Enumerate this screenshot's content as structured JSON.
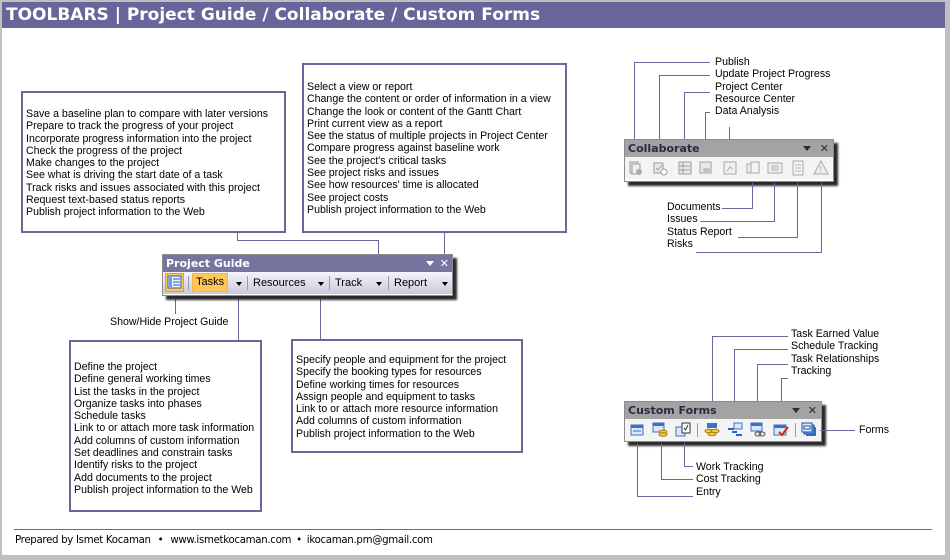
{
  "header": {
    "title": "TOOLBARS | Project Guide / Collaborate / Custom Forms"
  },
  "colors": {
    "accent": "#66669a",
    "connector": "#68689a",
    "highlight": "#ffc65a"
  },
  "track_box": {
    "items": [
      "Save a baseline plan to compare with later versions",
      "Prepare to track the progress of your project",
      "Incorporate progress information into the project",
      "Check the progress of the project",
      "Make changes to the project",
      "See what is driving the start date of a task",
      "Track risks and issues associated with this project",
      "Request text-based status reports",
      "Publish project information to the Web"
    ]
  },
  "report_box": {
    "items": [
      "Select a view or report",
      "Change the content or order of information in a view",
      "Change the look or content of the Gantt Chart",
      "Print current view as a report",
      "See the status of multiple projects in Project Center",
      "Compare progress against baseline work",
      "See the project's critical tasks",
      "See project risks and issues",
      "See how resources' time is allocated",
      "See project costs",
      "Publish project information to the Web"
    ]
  },
  "tasks_box": {
    "items": [
      "Define the project",
      "Define general working times",
      "List the tasks in the project",
      "Organize tasks into phases",
      "Schedule tasks",
      "Link to or attach more task information",
      "Add columns of custom information",
      "Set deadlines and constrain tasks",
      "Identify risks to the project",
      "Add documents to the project",
      "Publish project information to the Web"
    ]
  },
  "resources_box": {
    "items": [
      "Specify people and equipment for the project",
      "Specify the booking types for resources",
      "Define working times for resources",
      "Assign people and equipment to tasks",
      "Link to or attach more resource information",
      "Add columns of custom information",
      "Publish project information to the Web"
    ]
  },
  "project_guide_toolbar": {
    "title": "Project Guide",
    "menu_icon": "chevron-down-icon",
    "close_icon": "✕",
    "show_hide_label": "Show/Hide Project Guide",
    "buttons": [
      {
        "label": "Tasks",
        "active": true
      },
      {
        "label": "Resources",
        "active": false
      },
      {
        "label": "Track",
        "active": false
      },
      {
        "label": "Report",
        "active": false
      }
    ]
  },
  "collaborate_toolbar": {
    "title": "Collaborate",
    "close_icon": "✕",
    "top_labels": [
      "Publish",
      "Update Project Progress",
      "Project Center",
      "Resource Center",
      "Data Analysis"
    ],
    "bottom_labels": [
      "Documents",
      "Issues",
      "Status Report",
      "Risks"
    ],
    "icons": [
      "publish-icon",
      "update-progress-icon",
      "project-center-icon",
      "resource-center-icon",
      "data-analysis-icon",
      "documents-icon",
      "issues-icon",
      "status-report-icon",
      "risks-icon"
    ]
  },
  "custom_forms_toolbar": {
    "title": "Custom Forms",
    "close_icon": "✕",
    "top_labels": [
      "Task Earned Value",
      "Schedule Tracking",
      "Task Relationships",
      "Tracking"
    ],
    "side_label": "Forms",
    "bottom_labels": [
      "Work Tracking",
      "Cost Tracking",
      "Entry"
    ],
    "icons": [
      "entry-icon",
      "cost-tracking-icon",
      "work-tracking-icon",
      "task-earned-value-icon",
      "schedule-tracking-icon",
      "task-relationships-icon",
      "tracking-icon",
      "forms-icon"
    ]
  },
  "footer": {
    "author": "Prepared by Ismet Kocaman",
    "website": "www.ismetkocaman.com",
    "email": "ikocaman.pm@gmail.com",
    "bullet": "•"
  }
}
